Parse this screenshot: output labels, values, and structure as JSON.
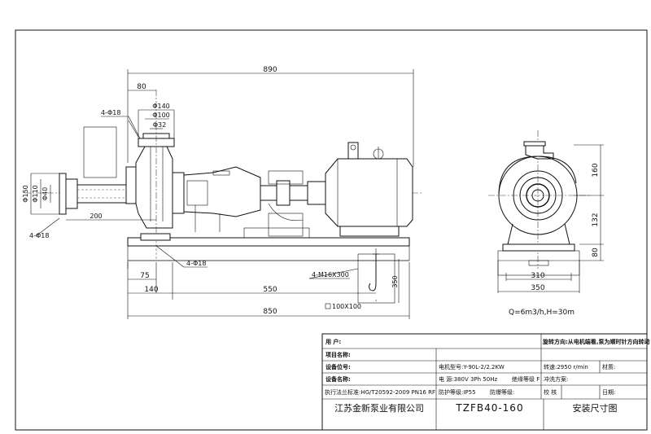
{
  "dimensions": {
    "overall_length": "890",
    "suction_offset": "80",
    "bolt_holes_top": "4-Φ18",
    "flange_d1": "Φ140",
    "flange_d2": "Φ100",
    "flange_d3": "Φ32",
    "inlet_d1": "Φ150",
    "inlet_d2": "Φ110",
    "inlet_d3": "Φ40",
    "inlet_length": "200",
    "bolt_holes_inlet": "4-Φ18",
    "base_hole": "4-Φ18",
    "anchor_bolt": "4-M16X300",
    "anchor_depth": "350",
    "anchor_pocket": "100X100",
    "base_75": "75",
    "base_140": "140",
    "base_550": "550",
    "base_850": "850",
    "side_160": "160",
    "side_132": "132",
    "side_80": "80",
    "side_310": "310",
    "side_350": "350"
  },
  "performance_note": "Q=6m3/h,H=30m",
  "title_block": {
    "customer_label": "用    户:",
    "rotation_note": "旋转方向:从电机端看,泵为顺时针方向转动",
    "project_label": "项目名称:",
    "equip_no_label": "设备位号:",
    "motor_model": "电机型号:Y-90L-2/2.2KW",
    "speed": "转速:2950 r/min",
    "material_label": "材质:",
    "equip_name_label": "设备名称:",
    "power": "电    源:380V 3Ph 50Hz",
    "insulation": "绝缘等级 F",
    "flush_label": "冲洗方案:",
    "flange_std": "执行法兰标准:HG/T20592-2009 PN16 RF",
    "protection": "防护等级:IP55",
    "explosion_label": "防爆等级:",
    "check_label": "校    核",
    "date_label": "日期:",
    "company": "江苏金新泵业有限公司",
    "model": "TZFB40-160",
    "drawing_title": "安装尺寸图"
  }
}
